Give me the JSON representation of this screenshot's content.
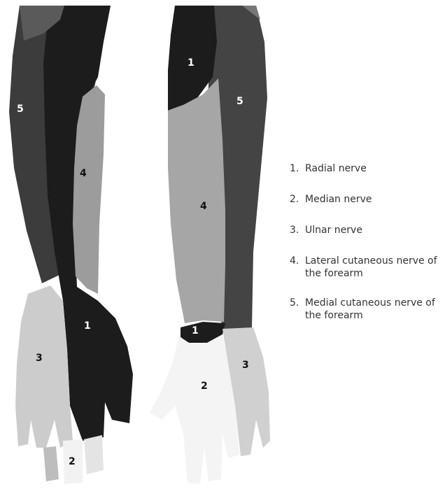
{
  "colors": {
    "background": "#ffffff",
    "radial_zone": "#1e1e1e",
    "medial_cutaneous_zone": "#3e3e3e",
    "lateral_cutaneous_zone": "#9a9a9a",
    "ulnar_zone": "#cfcfcf",
    "median_zone": "#f3f3f3",
    "label_light": "#ffffff",
    "label_dark": "#111111",
    "legend_text": "#333333"
  },
  "posterior_view": {
    "label_5": "5",
    "label_4": "4",
    "label_1": "1",
    "label_3": "3",
    "label_2": "2"
  },
  "anterior_view": {
    "label_1_top": "1",
    "label_5": "5",
    "label_4": "4",
    "label_1_wrist": "1",
    "label_3": "3",
    "label_2": "2"
  },
  "legend": [
    {
      "number": "1.",
      "text": "Radial  nerve"
    },
    {
      "number": "2.",
      "text": "Median  nerve"
    },
    {
      "number": "3.",
      "text": "Ulnar  nerve"
    },
    {
      "number": "4.",
      "text": "Lateral  cutaneous  nerve of the  forearm"
    },
    {
      "number": "5.",
      "text": "Medial  cutaneous  nerve of the  forearm"
    }
  ]
}
